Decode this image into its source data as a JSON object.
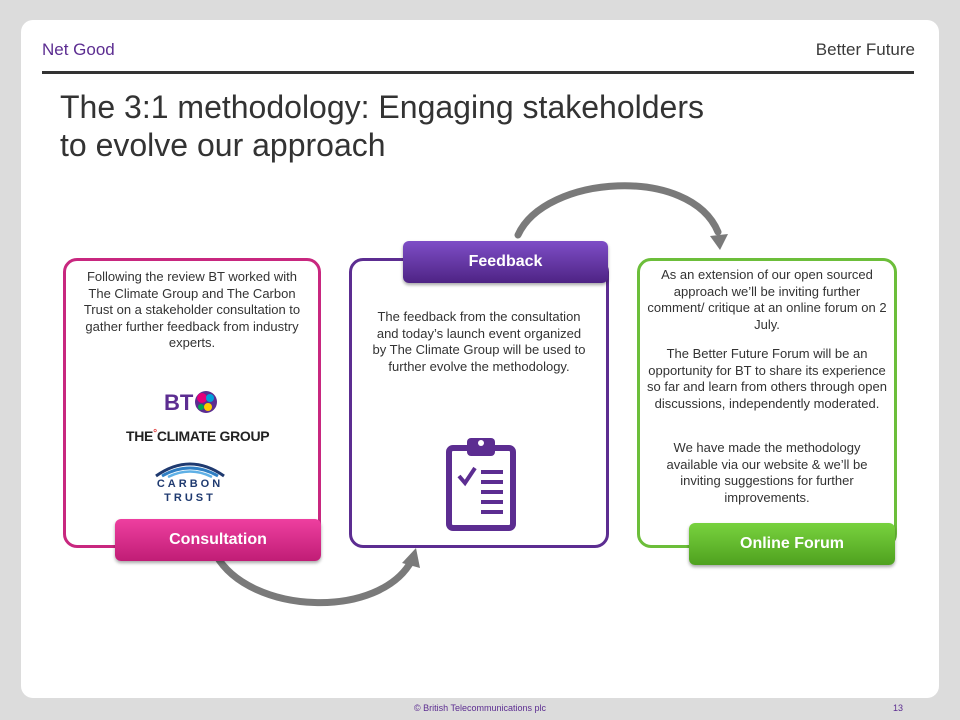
{
  "header": {
    "left": "Net Good",
    "right": "Better Future"
  },
  "title": {
    "line1": "The 3:1 methodology: Engaging stakeholders",
    "line2": "to evolve our approach"
  },
  "consultation": {
    "tab_label": "Consultation",
    "text": "Following the review BT worked with The Climate Group and The Carbon Trust on a stakeholder consultation to gather further feedback from industry experts.",
    "logos": {
      "bt": "BT",
      "climate_group_prefix": "THE",
      "climate_group_name": "CLIMATE GROUP",
      "carbon": "CARBON",
      "trust": "TRUST"
    }
  },
  "feedback": {
    "tab_label": "Feedback",
    "text": "The feedback from the consultation and today’s launch event organized by The Climate Group  will be used to further evolve the methodology."
  },
  "online_forum": {
    "tab_label": "Online Forum",
    "paragraphs": [
      "As an extension of our open sourced approach we’ll be inviting further comment/ critique at an online forum on 2 July.",
      "The Better Future Forum will be an opportunity for BT to share its experience so far and learn from others through open discussions, independently moderated.",
      "We have made the methodology available via our website & we’ll be inviting suggestions for further improvements."
    ]
  },
  "footer": {
    "copyright": "© British Telecommunications plc",
    "page_number": "13"
  },
  "colors": {
    "consultation": "#c8277f",
    "feedback": "#5c2d91",
    "online_forum": "#6cbe3a",
    "arrow": "#7a7a7a"
  },
  "icons": [
    "clipboard-checklist-icon",
    "curved-arrow-icon"
  ]
}
